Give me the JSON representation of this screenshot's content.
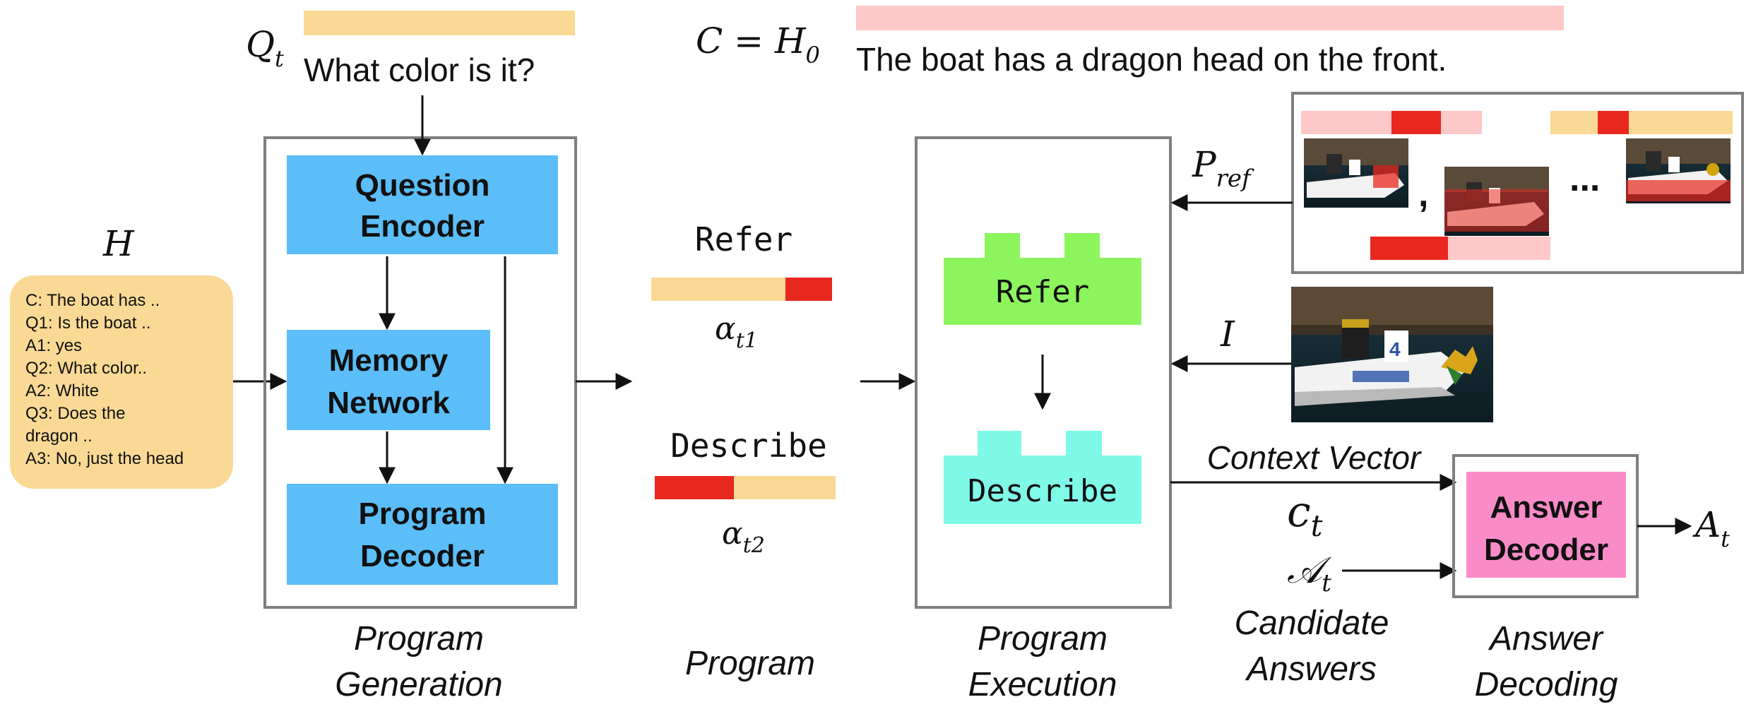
{
  "question": {
    "symbol": "Q",
    "subscript": "t",
    "text": "What color is it?"
  },
  "caption": {
    "symbol": "C = H",
    "subscript": "0",
    "text": "The boat has a dragon head on the front."
  },
  "history": {
    "symbol": "H",
    "lines": [
      "C: The boat has ..",
      "Q1: Is the boat ..",
      "A1: yes",
      "Q2: What color..",
      "A2: White",
      "Q3: Does the",
      "dragon ..",
      "A3: No, just the head"
    ]
  },
  "program_generation": {
    "question_encoder": [
      "Question",
      "Encoder"
    ],
    "memory_network": [
      "Memory",
      "Network"
    ],
    "program_decoder": [
      "Program",
      "Decoder"
    ],
    "label": [
      "Program",
      "Generation"
    ]
  },
  "program": {
    "refer": "Refer",
    "alpha1_symbol": "α",
    "alpha1_subscript": "t1",
    "describe": "Describe",
    "alpha2_symbol": "α",
    "alpha2_subscript": "t2",
    "label": "Program"
  },
  "program_execution": {
    "refer_module": "Refer",
    "describe_module": "Describe",
    "label": [
      "Program",
      "Execution"
    ]
  },
  "references": {
    "symbol": "P",
    "subscript": "ref",
    "comma": ",",
    "ellipsis": "..."
  },
  "image_input": {
    "symbol": "I"
  },
  "context_vector": {
    "label": "Context Vector",
    "symbol": "c",
    "subscript": "t"
  },
  "candidates": {
    "symbol": "𝒜",
    "subscript": "t",
    "label": [
      "Candidate",
      "Answers"
    ]
  },
  "answer_decoding": {
    "decoder": [
      "Answer",
      "Decoder"
    ],
    "label": [
      "Answer",
      "Decoding"
    ],
    "output_symbol": "A",
    "output_subscript": "t"
  },
  "colors": {
    "blue_module": "#5bbef9",
    "history_bg": "#fad995",
    "question_bar": "#fad995",
    "caption_bar": "#fdc8c8",
    "attention_low": "#fad995",
    "attention_high": "#e8281e",
    "refer_module": "#8cf55e",
    "describe_module": "#7ff9e8",
    "answer_decoder": "#f98bc8",
    "frame_gray": "#7f7f7f"
  }
}
